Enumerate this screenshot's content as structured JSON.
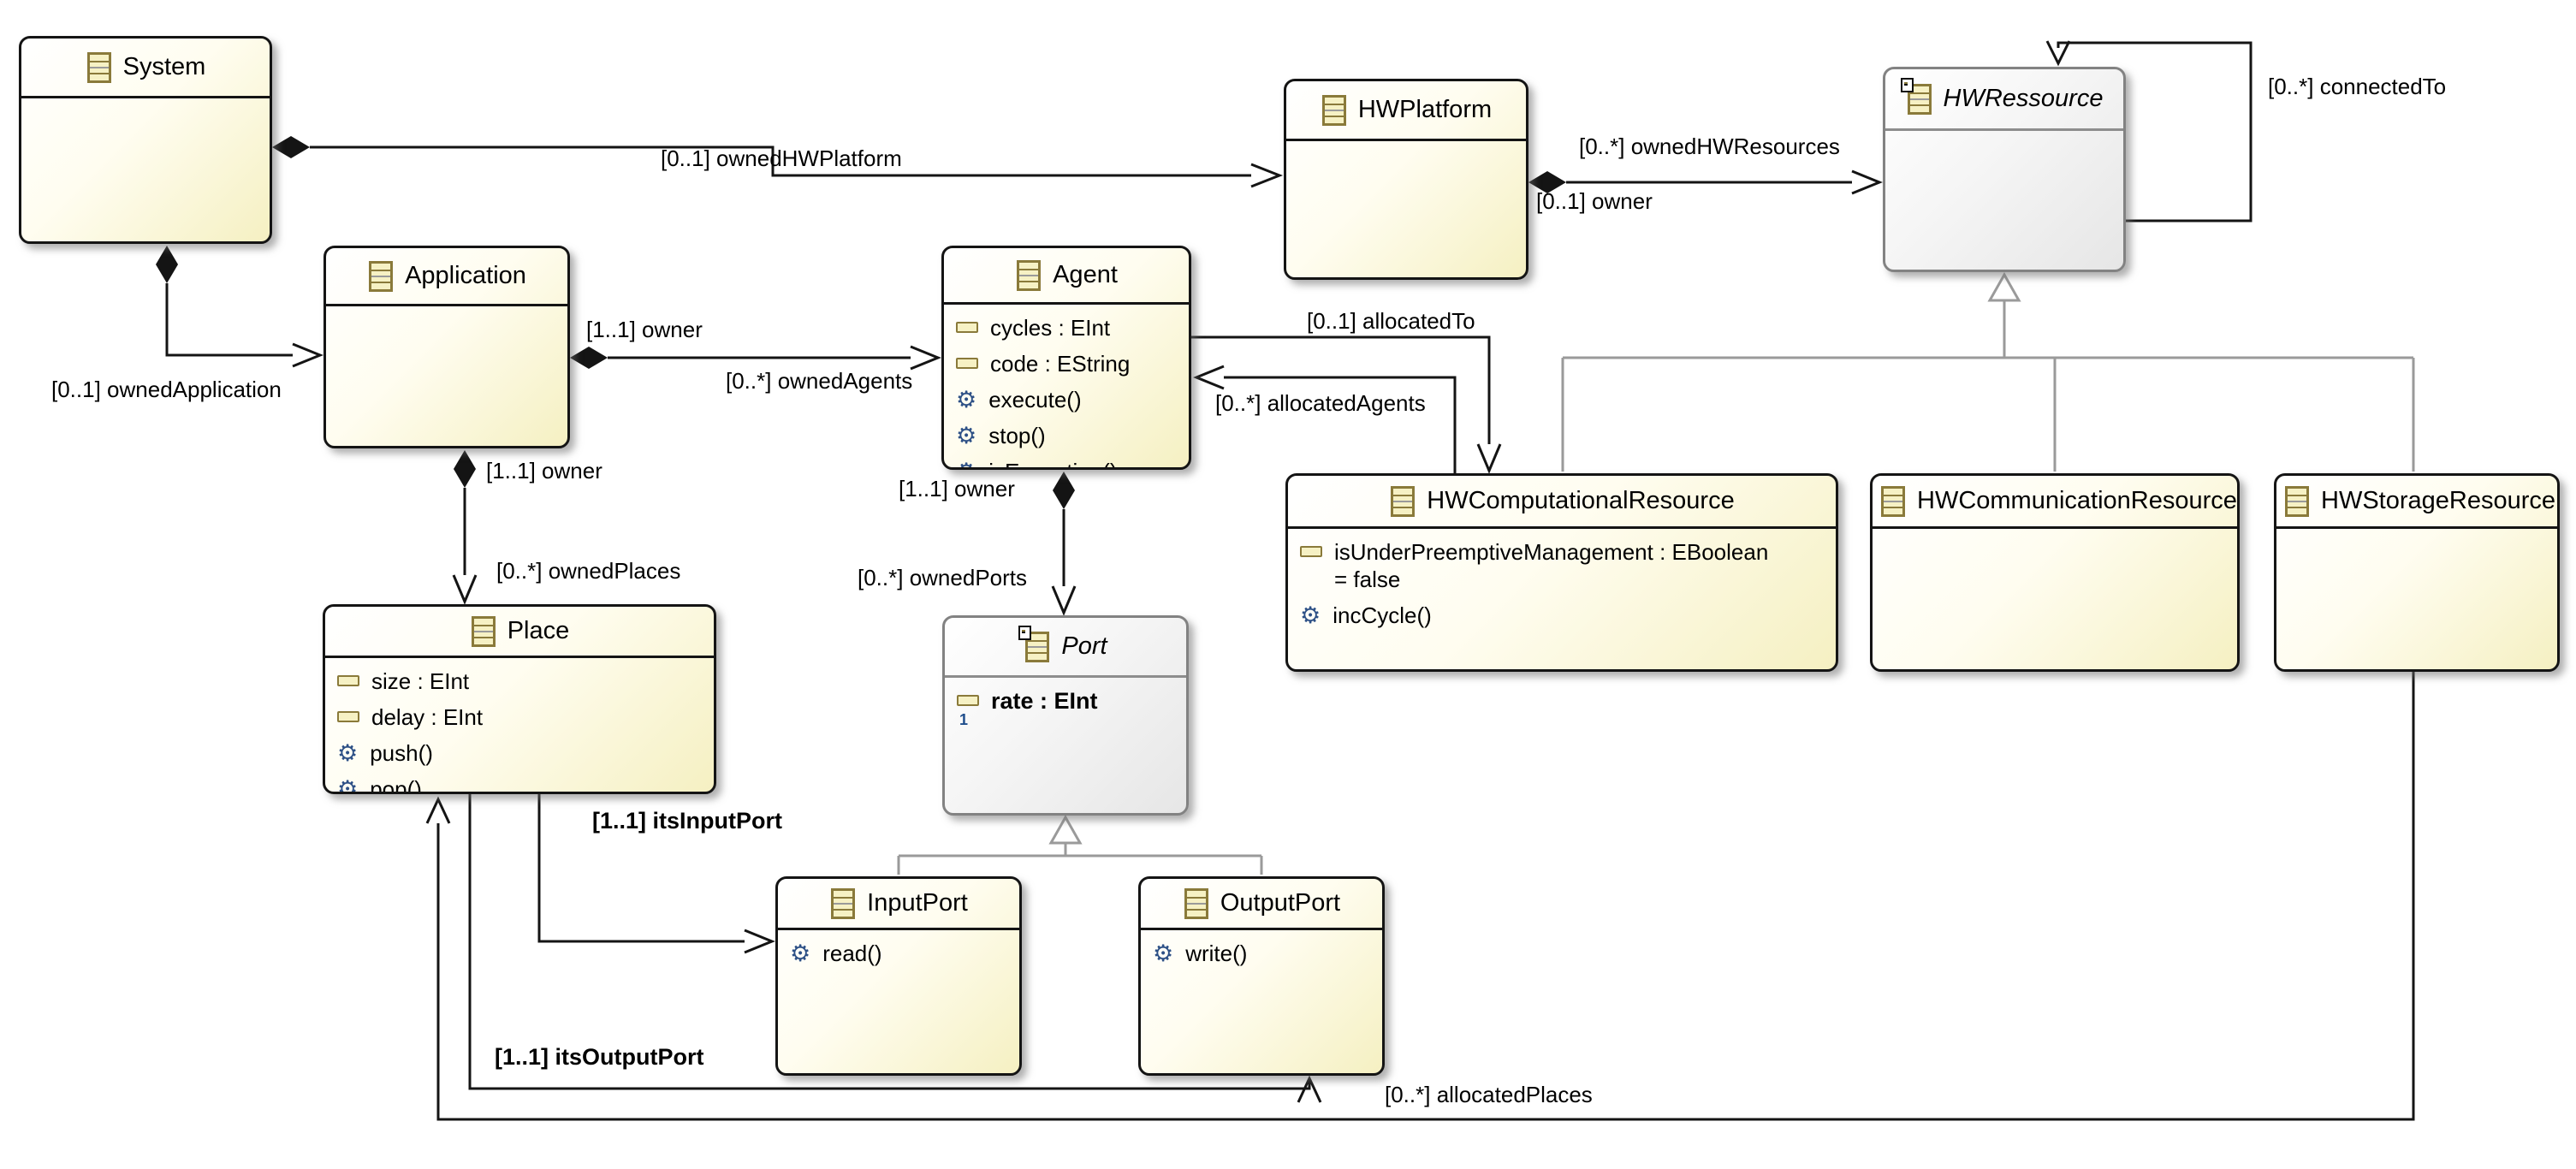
{
  "diagram": {
    "classes": [
      {
        "id": "system",
        "name": "System",
        "abstract": false,
        "attributes": [],
        "operations": []
      },
      {
        "id": "application",
        "name": "Application",
        "abstract": false,
        "attributes": [],
        "operations": []
      },
      {
        "id": "agent",
        "name": "Agent",
        "abstract": false,
        "attributes": [
          {
            "label": "cycles : EInt"
          },
          {
            "label": "code : EString"
          }
        ],
        "operations": [
          {
            "label": "execute()"
          },
          {
            "label": "stop()"
          },
          {
            "label": "isExecuting()"
          }
        ]
      },
      {
        "id": "hwplatform",
        "name": "HWPlatform",
        "abstract": false,
        "attributes": [],
        "operations": []
      },
      {
        "id": "hwressource",
        "name": "HWRessource",
        "abstract": true,
        "attributes": [],
        "operations": []
      },
      {
        "id": "hwcomputational",
        "name": "HWComputationalResource",
        "abstract": false,
        "attributes": [
          {
            "label": "isUnderPreemptiveManagement : EBoolean\n= false"
          }
        ],
        "operations": [
          {
            "label": "incCycle()"
          }
        ]
      },
      {
        "id": "hwcommunication",
        "name": "HWCommunicationResource",
        "abstract": false,
        "attributes": [],
        "operations": []
      },
      {
        "id": "hwstorage",
        "name": "HWStorageResource",
        "abstract": false,
        "attributes": [],
        "operations": []
      },
      {
        "id": "place",
        "name": "Place",
        "abstract": false,
        "attributes": [
          {
            "label": "size : EInt"
          },
          {
            "label": "delay : EInt"
          }
        ],
        "operations": [
          {
            "label": "push()"
          },
          {
            "label": "pop()"
          }
        ]
      },
      {
        "id": "port",
        "name": "Port",
        "abstract": true,
        "attributes": [
          {
            "label": "rate : EInt",
            "bold": true,
            "idAttr": true
          }
        ],
        "operations": []
      },
      {
        "id": "inputport",
        "name": "InputPort",
        "abstract": false,
        "attributes": [],
        "operations": [
          {
            "label": "read()"
          }
        ]
      },
      {
        "id": "outputport",
        "name": "OutputPort",
        "abstract": false,
        "attributes": [],
        "operations": [
          {
            "label": "write()"
          }
        ]
      }
    ],
    "edge_labels": [
      {
        "id": "owned-hwplatform",
        "text": "[0..1] ownedHWPlatform",
        "bold": false
      },
      {
        "id": "owned-hwresources",
        "text": "[0..*] ownedHWResources",
        "bold": false
      },
      {
        "id": "hwplatform-owner",
        "text": "[0..1] owner",
        "bold": false
      },
      {
        "id": "connected-to",
        "text": "[0..*] connectedTo",
        "bold": false
      },
      {
        "id": "owned-application",
        "text": "[0..1] ownedApplication",
        "bold": false
      },
      {
        "id": "agent-owner",
        "text": "[1..1] owner",
        "bold": false
      },
      {
        "id": "owned-agents",
        "text": "[0..*] ownedAgents",
        "bold": false
      },
      {
        "id": "allocated-to",
        "text": "[0..1] allocatedTo",
        "bold": false
      },
      {
        "id": "allocated-agents",
        "text": "[0..*] allocatedAgents",
        "bold": false
      },
      {
        "id": "place-owner",
        "text": "[1..1] owner",
        "bold": false
      },
      {
        "id": "owned-places",
        "text": "[0..*] ownedPlaces",
        "bold": false
      },
      {
        "id": "port-owner",
        "text": "[1..1] owner",
        "bold": false
      },
      {
        "id": "owned-ports",
        "text": "[0..*] ownedPorts",
        "bold": false
      },
      {
        "id": "its-input-port",
        "text": "[1..1] itsInputPort",
        "bold": true
      },
      {
        "id": "its-output-port",
        "text": "[1..1] itsOutputPort",
        "bold": true
      },
      {
        "id": "allocated-places",
        "text": "[0..*] allocatedPlaces",
        "bold": false
      }
    ],
    "icons": {
      "operation_glyph": "⚙",
      "id_attribute_badge": "1"
    },
    "colors": {
      "association_line": "#141414",
      "inheritance_line": "#9a9a9a",
      "class_border": "#141414",
      "abstract_border": "#828282",
      "class_fill_end": "#f5f0c2",
      "abstract_fill_end": "#e6e6e6",
      "icon_olive": "#8a7a3a",
      "icon_fill": "#f6f1c4",
      "operation_icon_blue": "#2d5086"
    }
  }
}
